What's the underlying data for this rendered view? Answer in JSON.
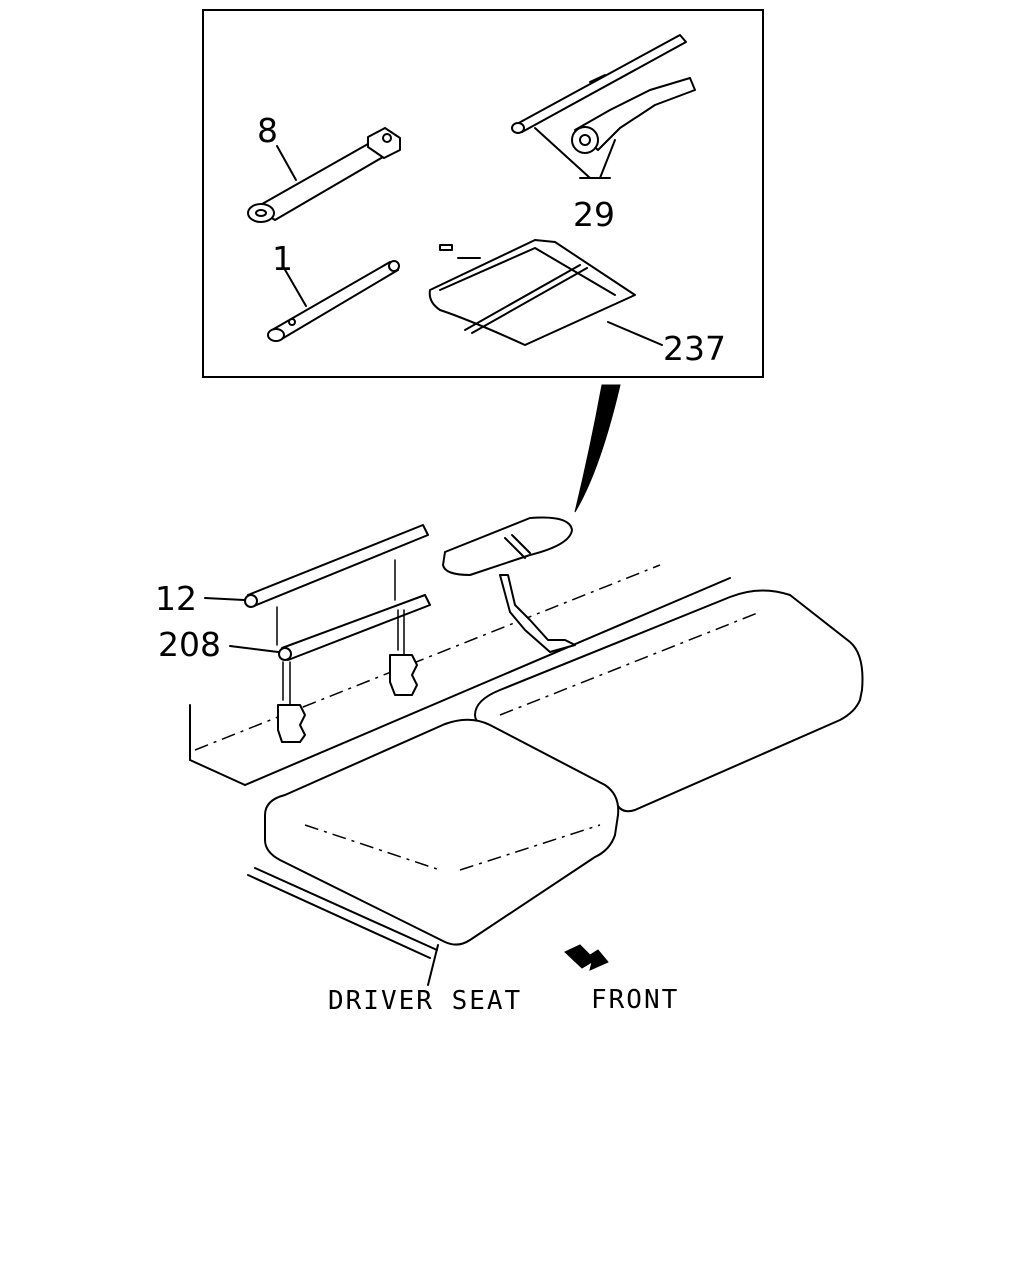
{
  "callouts": {
    "part_8": "8",
    "part_29": "29",
    "part_1": "1",
    "part_237": "237",
    "part_12": "12",
    "part_208": "208"
  },
  "captions": {
    "driver_seat": "DRIVER SEAT",
    "front": "FRONT"
  },
  "icons": {
    "front_arrow": "arrow-right-down-icon"
  }
}
